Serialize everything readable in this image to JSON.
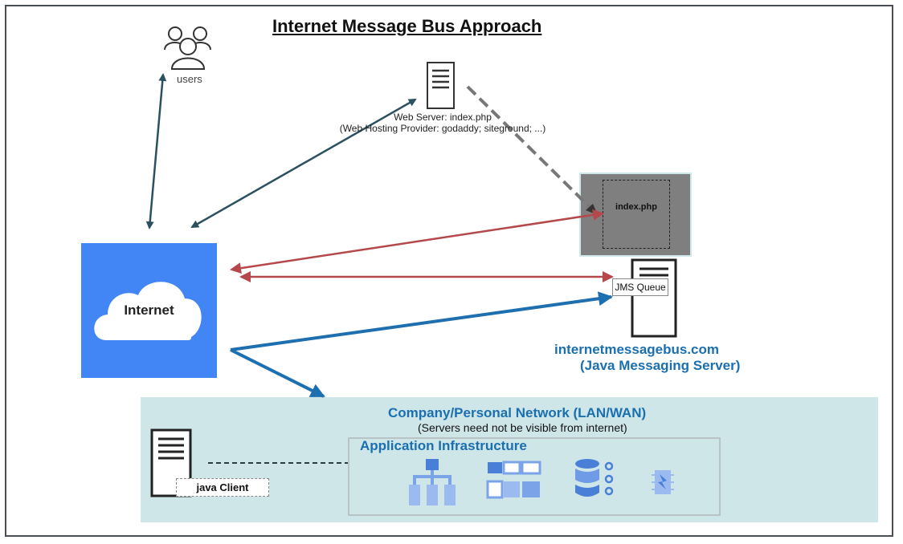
{
  "title": "Internet Message Bus Approach",
  "users": {
    "label": "users"
  },
  "web_server": {
    "line1": "Web Server: index.php",
    "line2": "(Web Hosting Provider: godaddy; siteground; ...)"
  },
  "internet": {
    "label": "Internet"
  },
  "php_box": {
    "label": "index.php"
  },
  "jms": {
    "label": "JMS Queue"
  },
  "message_server": {
    "name": "internetmessagebus.com",
    "subtitle": "(Java Messaging Server)"
  },
  "company_network": {
    "title": "Company/Personal Network (LAN/WAN)",
    "subtitle": "(Servers need not be visible from internet)"
  },
  "app_infra": {
    "title": "Application Infrastructure",
    "icons": [
      "hierarchy-icon",
      "grid-modules-icon",
      "database-icon",
      "chip-icon"
    ]
  },
  "java_client": {
    "label": "java Client"
  },
  "colors": {
    "internet_blue": "#4285f4",
    "teal_arrow": "#2b5160",
    "red_arrow": "#b5484a",
    "blue_arrow": "#1e6fb0",
    "network_bg": "#cfe6e9",
    "text_blue": "#1a6fb0"
  }
}
